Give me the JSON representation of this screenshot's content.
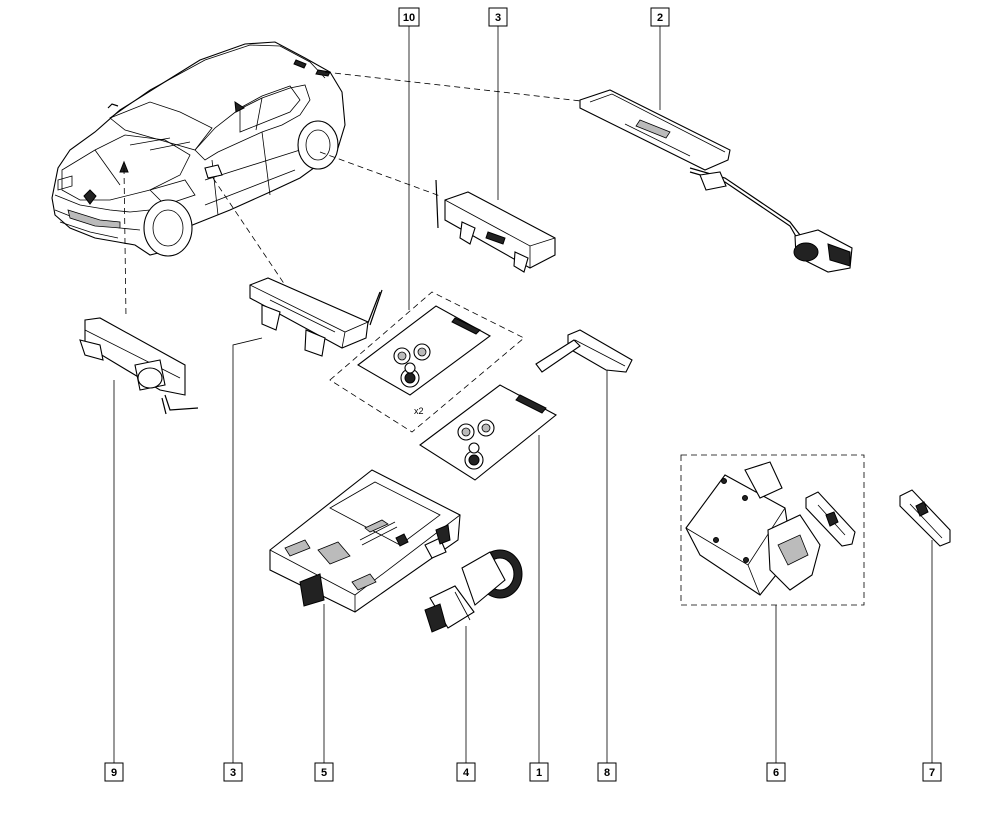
{
  "callouts": [
    {
      "label": "10"
    },
    {
      "label": "3"
    },
    {
      "label": "2"
    },
    {
      "label": "9"
    },
    {
      "label": "3"
    },
    {
      "label": "5"
    },
    {
      "label": "4"
    },
    {
      "label": "1"
    },
    {
      "label": "8"
    },
    {
      "label": "6"
    },
    {
      "label": "7"
    }
  ],
  "annotations": {
    "quantity_x2": "x2"
  }
}
